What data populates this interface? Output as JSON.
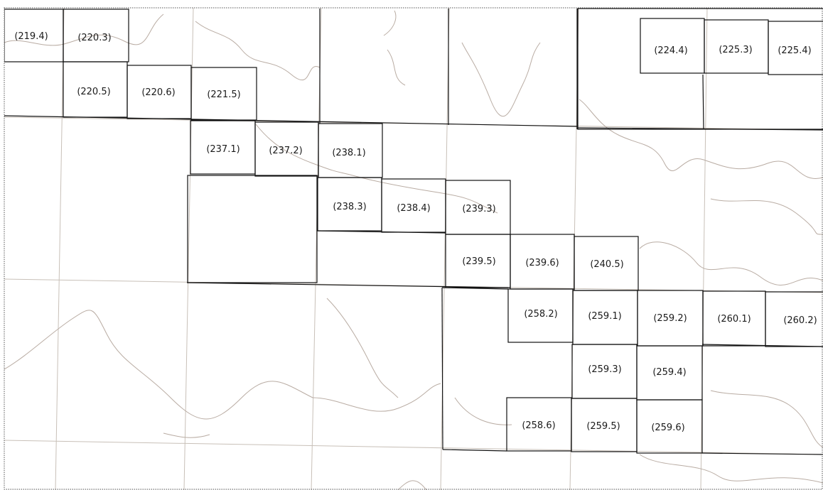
{
  "map": {
    "colors": {
      "grid": "#c8c0b8",
      "coast": "#b9aca3",
      "tile_border": "#111111",
      "label": "#1a1a1a",
      "frame": "#555555"
    },
    "tiles": [
      {
        "id": "219.4",
        "label": "(219.4)"
      },
      {
        "id": "220.3",
        "label": "(220.3)"
      },
      {
        "id": "220.5",
        "label": "(220.5)"
      },
      {
        "id": "220.6",
        "label": "(220.6)"
      },
      {
        "id": "221.5",
        "label": "(221.5)"
      },
      {
        "id": "224.4",
        "label": "(224.4)"
      },
      {
        "id": "225.3",
        "label": "(225.3)"
      },
      {
        "id": "225.4",
        "label": "(225.4)"
      },
      {
        "id": "237.1",
        "label": "(237.1)"
      },
      {
        "id": "237.2",
        "label": "(237.2)"
      },
      {
        "id": "238.1",
        "label": "(238.1)"
      },
      {
        "id": "238.3",
        "label": "(238.3)"
      },
      {
        "id": "238.4",
        "label": "(238.4)"
      },
      {
        "id": "239.3",
        "label": "(239.3)"
      },
      {
        "id": "239.5",
        "label": "(239.5)"
      },
      {
        "id": "239.6",
        "label": "(239.6)"
      },
      {
        "id": "240.5",
        "label": "(240.5)"
      },
      {
        "id": "258.2",
        "label": "(258.2)"
      },
      {
        "id": "259.1",
        "label": "(259.1)"
      },
      {
        "id": "259.2",
        "label": "(259.2)"
      },
      {
        "id": "260.1",
        "label": "(260.1)"
      },
      {
        "id": "260.2",
        "label": "(260.2)"
      },
      {
        "id": "259.3",
        "label": "(259.3)"
      },
      {
        "id": "259.4",
        "label": "(259.4)"
      },
      {
        "id": "258.6",
        "label": "(258.6)"
      },
      {
        "id": "259.5",
        "label": "(259.5)"
      },
      {
        "id": "259.6",
        "label": "(259.6)"
      }
    ]
  }
}
